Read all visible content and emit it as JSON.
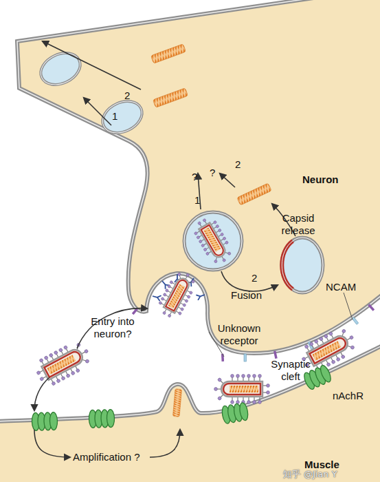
{
  "diagram": {
    "nodes": [
      {
        "text": [
          "Neuron"
        ]
      },
      {
        "text": [
          "Muscle"
        ]
      }
    ],
    "labels": [
      "2",
      "1",
      "?",
      "?",
      "1",
      "2",
      "Capsid release",
      "2",
      "Fusion",
      "NCAM",
      "Entry into neuron?",
      "Unknown receptor",
      "Synaptic cleft",
      "nAchR",
      "Amplification ?",
      "知乎 @Jian Y"
    ]
  }
}
